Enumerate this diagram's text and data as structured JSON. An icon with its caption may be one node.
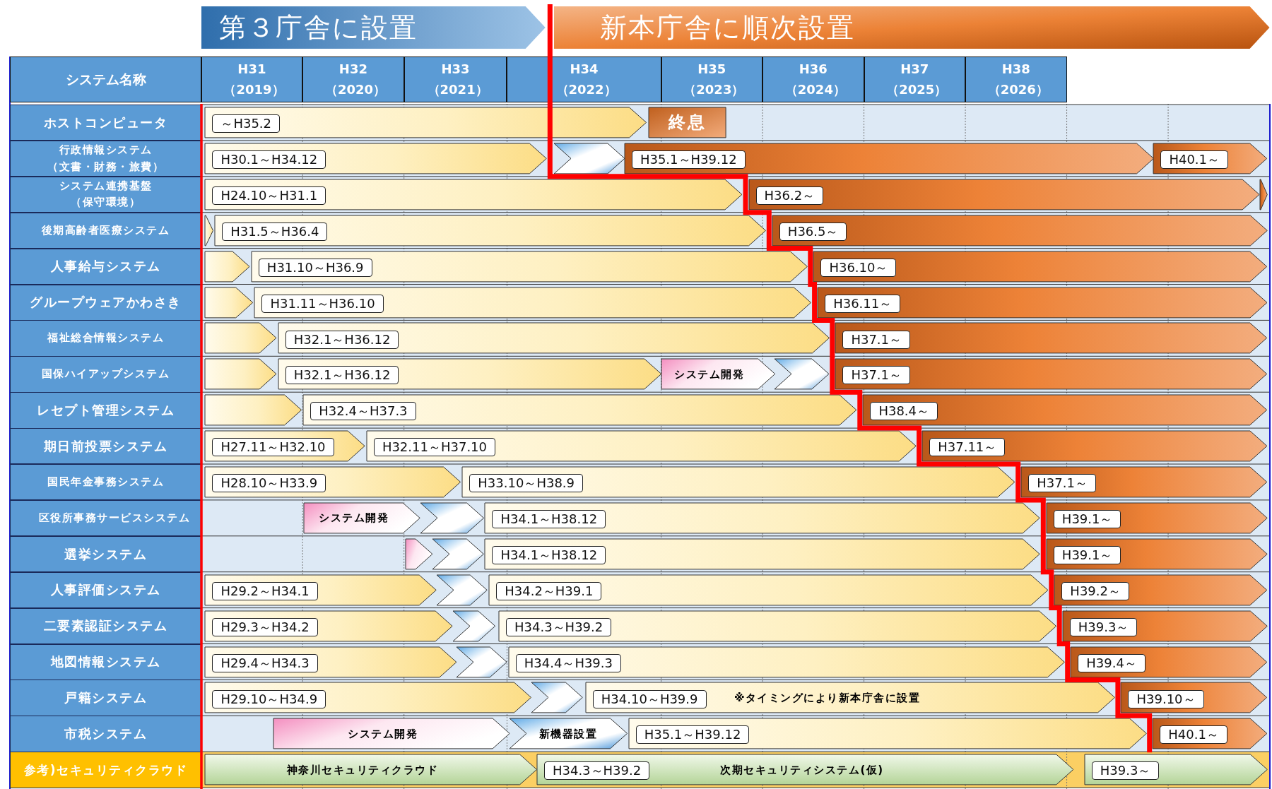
{
  "diagram": {
    "nodes": [
      {
        "text": [
          "第３庁舎に設置"
        ]
      },
      {
        "text": [
          "新本庁舎に順次設置"
        ]
      },
      {
        "text": [
          "～H35.2"
        ]
      },
      {
        "text": [
          "終息"
        ]
      },
      {
        "text": [
          "H30.1～H34.12"
        ]
      },
      {
        "text": [],
        "shape": "chevron"
      },
      {
        "text": [
          "H35.1～H39.12"
        ]
      },
      {
        "text": [
          "H40.1～"
        ]
      },
      {
        "text": [
          "H24.10～H31.1"
        ]
      },
      {
        "text": [
          "H36.2～"
        ]
      },
      {
        "text": [],
        "shape": "chevron"
      },
      {
        "text": [],
        "shape": "chevron"
      },
      {
        "text": [
          "H31.5～H36.4"
        ]
      },
      {
        "text": [
          "H36.5～"
        ]
      },
      {
        "text": [],
        "shape": "chevron"
      },
      {
        "text": [
          "H31.10～H36.9"
        ]
      },
      {
        "text": [
          "H36.10～"
        ]
      },
      {
        "text": [],
        "shape": "chevron"
      },
      {
        "text": [
          "H31.11～H36.10"
        ]
      },
      {
        "text": [
          "H36.11～"
        ]
      },
      {
        "text": [],
        "shape": "chevron"
      },
      {
        "text": [
          "H32.1～H36.12"
        ]
      },
      {
        "text": [
          "H37.1～"
        ]
      },
      {
        "text": [],
        "shape": "chevron"
      },
      {
        "text": [
          "H32.1～H36.12"
        ]
      },
      {
        "text": [
          "システム開発"
        ]
      },
      {
        "text": [],
        "shape": "chevron"
      },
      {
        "text": [
          "H37.1～"
        ]
      },
      {
        "text": [],
        "shape": "chevron"
      },
      {
        "text": [
          "H32.4～H37.3"
        ]
      },
      {
        "text": [
          "H38.4～"
        ]
      },
      {
        "text": [
          "H27.11～H32.10"
        ]
      },
      {
        "text": [
          "H32.11～H37.10"
        ]
      },
      {
        "text": [
          "H37.11～"
        ]
      },
      {
        "text": [
          "H28.10～H33.9"
        ]
      },
      {
        "text": [
          "H33.10～H38.9"
        ]
      },
      {
        "text": [
          "H37.1～"
        ]
      },
      {
        "text": [
          "システム開発"
        ]
      },
      {
        "text": [],
        "shape": "chevron"
      },
      {
        "text": [
          "H34.1～H38.12"
        ]
      },
      {
        "text": [
          "H39.1～"
        ]
      },
      {
        "text": [],
        "shape": "chevron"
      },
      {
        "text": [],
        "shape": "chevron"
      },
      {
        "text": [
          "H34.1～H38.12"
        ]
      },
      {
        "text": [
          "H39.1～"
        ]
      },
      {
        "text": [
          "H29.2～H34.1"
        ]
      },
      {
        "text": [],
        "shape": "chevron"
      },
      {
        "text": [
          "H34.2～H39.1"
        ]
      },
      {
        "text": [
          "H39.2～"
        ]
      },
      {
        "text": [
          "H29.3～H34.2"
        ]
      },
      {
        "text": [],
        "shape": "chevron"
      },
      {
        "text": [
          "H34.3～H39.2"
        ]
      },
      {
        "text": [
          "H39.3～"
        ]
      },
      {
        "text": [
          "H29.4～H34.3"
        ]
      },
      {
        "text": [],
        "shape": "chevron"
      },
      {
        "text": [
          "H34.4～H39.3"
        ]
      },
      {
        "text": [
          "H39.4～"
        ]
      },
      {
        "text": [
          "H29.10～H34.9"
        ]
      },
      {
        "text": [],
        "shape": "chevron"
      },
      {
        "text": [
          "H34.10～H39.9",
          "※タイミングにより新本庁舎に設置"
        ]
      },
      {
        "text": [
          "H39.10～"
        ]
      },
      {
        "text": [
          "システム開発"
        ]
      },
      {
        "text": [
          "新機器設置"
        ]
      },
      {
        "text": [
          "H35.1～H39.12"
        ]
      },
      {
        "text": [
          "H40.1～"
        ]
      },
      {
        "text": [
          "神奈川セキュリティクラウド"
        ]
      },
      {
        "text": [
          "H34.3～H39.2",
          "次期セキュリティシステム(仮)"
        ]
      },
      {
        "text": [
          "H39.3～"
        ]
      }
    ],
    "labels": [
      "システム名称",
      "H31（2019）",
      "H32（2020）",
      "H33（2021）",
      "H34（2022）",
      "H35（2023）",
      "H36（2024）",
      "H37（2025）",
      "H38（2026）",
      "ホストコンピュータ",
      "行政情報システム（文書・財務・旅費）",
      "システム連携基盤（保守環境）",
      "後期高齢者医療システム",
      "人事給与システム",
      "グループウェアかわさき",
      "福祉総合情報システム",
      "国保ハイアップシステム",
      "レセプト管理システム",
      "期日前投票システム",
      "国民年金事務システム",
      "区役所事務サービスシステム",
      "選挙システム",
      "人事評価システム",
      "二要素認証システム",
      "地図情報システム",
      "戸籍システム",
      "市税システム",
      "参考)セキュリティクラウド"
    ]
  }
}
